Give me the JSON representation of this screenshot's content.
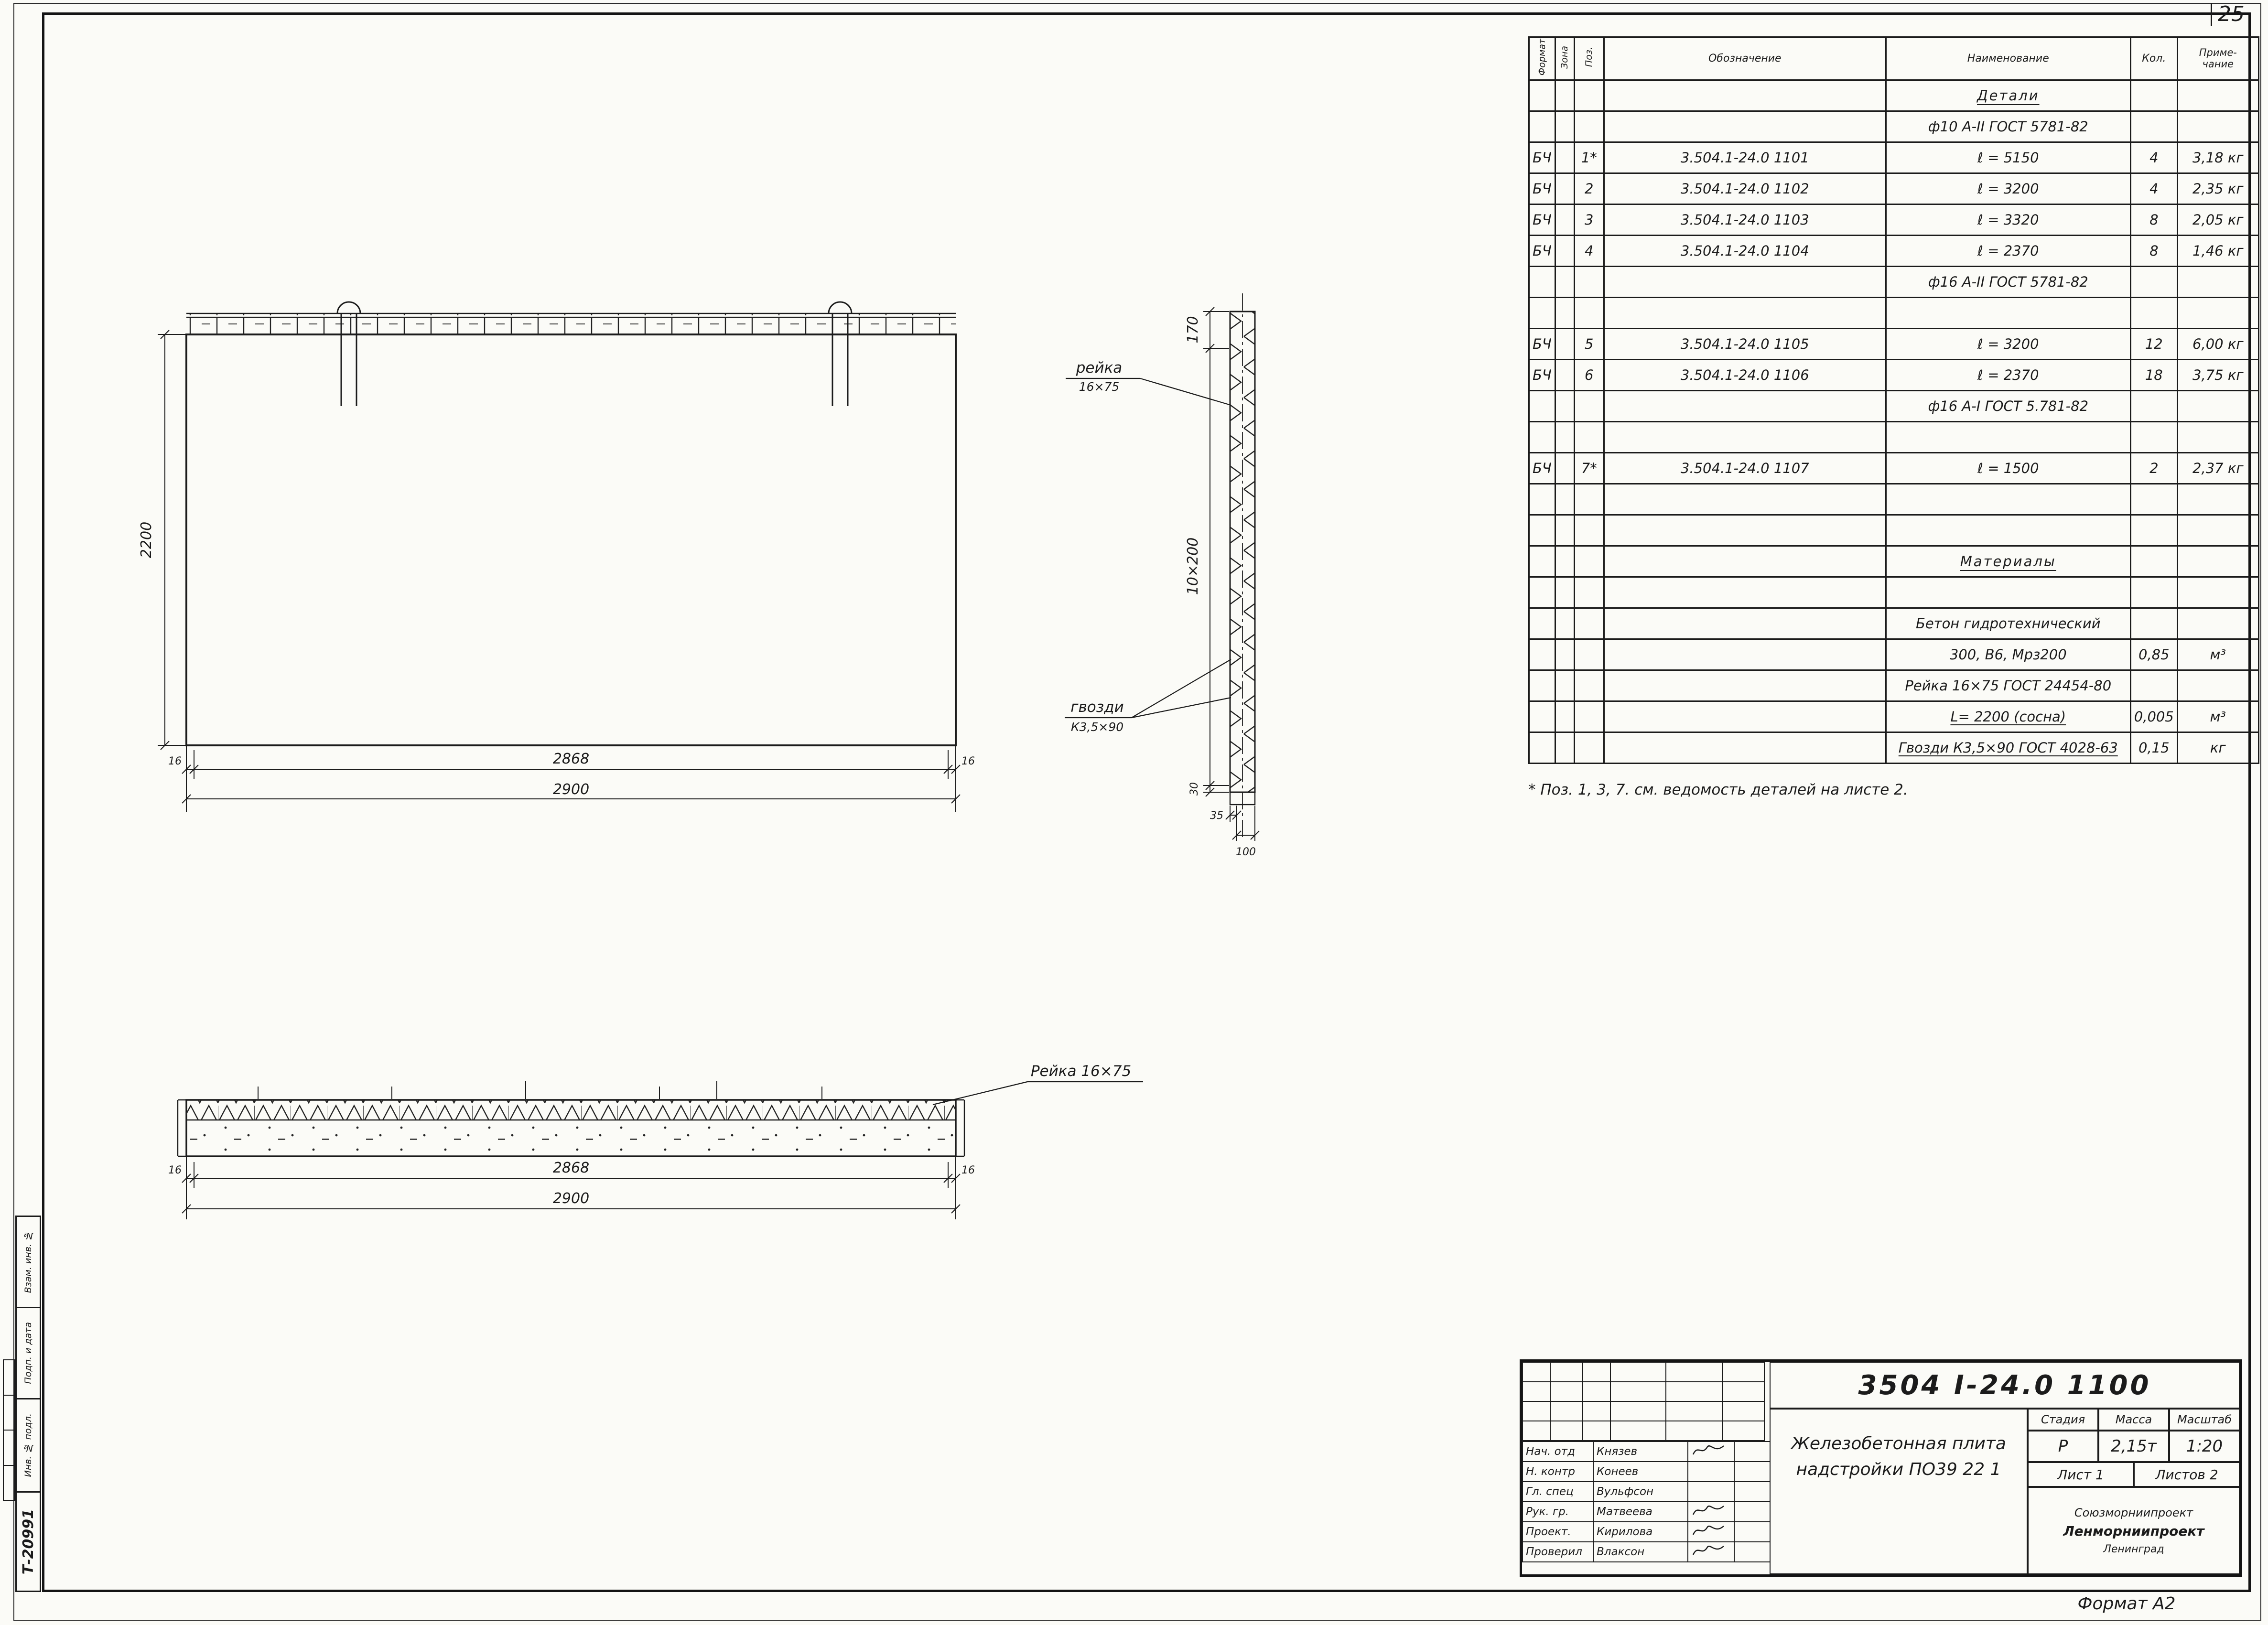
{
  "page": {
    "corner_number": "25",
    "format_note": "Формат А2"
  },
  "spec_table": {
    "headers": {
      "format": "Формат",
      "zone": "Зона",
      "pos": "Поз.",
      "designation": "Обозначение",
      "name": "Наименование",
      "qty": "Кол.",
      "note": "Приме-\nчание"
    },
    "rows": [
      {
        "type": "section",
        "name": "Детали"
      },
      {
        "type": "center",
        "name": "ф10 А-II ГОСТ 5781-82"
      },
      {
        "type": "item",
        "format": "БЧ",
        "pos": "1*",
        "designation": "3.504.1-24.0 1101",
        "name": "ℓ = 5150",
        "qty": "4",
        "note": "3,18 кг"
      },
      {
        "type": "item",
        "format": "БЧ",
        "pos": "2",
        "designation": "3.504.1-24.0 1102",
        "name": "ℓ = 3200",
        "qty": "4",
        "note": "2,35 кг"
      },
      {
        "type": "item",
        "format": "БЧ",
        "pos": "3",
        "designation": "3.504.1-24.0 1103",
        "name": "ℓ = 3320",
        "qty": "8",
        "note": "2,05 кг"
      },
      {
        "type": "item",
        "format": "БЧ",
        "pos": "4",
        "designation": "3.504.1-24.0 1104",
        "name": "ℓ = 2370",
        "qty": "8",
        "note": "1,46 кг"
      },
      {
        "type": "center",
        "name": "ф16 А-II ГОСТ 5781-82"
      },
      {
        "type": "empty"
      },
      {
        "type": "item",
        "format": "БЧ",
        "pos": "5",
        "designation": "3.504.1-24.0 1105",
        "name": "ℓ = 3200",
        "qty": "12",
        "note": "6,00 кг"
      },
      {
        "type": "item",
        "format": "БЧ",
        "pos": "6",
        "designation": "3.504.1-24.0 1106",
        "name": "ℓ = 2370",
        "qty": "18",
        "note": "3,75 кг"
      },
      {
        "type": "center",
        "name": "ф16 А-I ГОСТ 5.781-82"
      },
      {
        "type": "empty"
      },
      {
        "type": "item",
        "format": "БЧ",
        "pos": "7*",
        "designation": "3.504.1-24.0 1107",
        "name": "ℓ = 1500",
        "qty": "2",
        "note": "2,37 кг"
      },
      {
        "type": "empty"
      },
      {
        "type": "empty"
      },
      {
        "type": "section",
        "name": "Материалы"
      },
      {
        "type": "empty"
      },
      {
        "type": "center",
        "name": "Бетон гидротехнический",
        "align": "left"
      },
      {
        "type": "center",
        "name": "300, В6, Мрз200",
        "qty": "0,85",
        "note": "м³"
      },
      {
        "type": "center",
        "name": "Рейка 16×75 ГОСТ 24454-80",
        "align": "left"
      },
      {
        "type": "center",
        "name": "L= 2200 (сосна)",
        "align": "left",
        "underline": true,
        "qty": "0,005",
        "note": "м³"
      },
      {
        "type": "center",
        "name": "Гвозди К3,5×90 ГОСТ 4028-63",
        "align": "left",
        "underline": true,
        "qty": "0,15",
        "note": "кг"
      }
    ]
  },
  "footnote": "* Поз. 1, 3, 7. см. ведомость деталей на листе 2.",
  "drawings": {
    "front": {
      "dim_height": "2200",
      "dim_width_inner": "2868",
      "dim_width_outer": "2900",
      "edge_offset_left": "16",
      "edge_offset_right": "16"
    },
    "side": {
      "dim_top": "170",
      "dim_mid": "10×200",
      "dim_bottom": "30",
      "dim_thickness_inner": "35",
      "dim_thickness_outer": "100",
      "rail_label_line1": "рейка",
      "rail_label_line2": "16×75",
      "nails_label_line1": "гвозди",
      "nails_label_line2": "К3,5×90"
    },
    "plan": {
      "rail_label": "Рейка 16×75",
      "dim_width_inner": "2868",
      "dim_width_outer": "2900",
      "edge_offset_left": "16",
      "edge_offset_right": "16"
    }
  },
  "title_block": {
    "number": "3504 I-24.0 1100",
    "title_line1": "Железобетонная плита",
    "title_line2": "надстройки ПО39 22 1",
    "stage_label": "Стадия",
    "mass_label": "Масса",
    "scale_label": "Масштаб",
    "stage": "Р",
    "mass": "2,15т",
    "scale": "1:20",
    "sheet": "Лист 1",
    "sheets": "Листов 2",
    "org_line1": "Союзморниипроект",
    "org_line2": "Ленморниипроект",
    "org_line3": "Ленинград",
    "staff": [
      {
        "role": "Нач. отд",
        "name": "Князев",
        "sig": true
      },
      {
        "role": "Н. контр",
        "name": "Конеев",
        "sig": false
      },
      {
        "role": "Гл. спец",
        "name": "Вульфсон",
        "sig": false
      },
      {
        "role": "Рук. гр.",
        "name": "Матвеева",
        "sig": true
      },
      {
        "role": "Проект.",
        "name": "Кирилова",
        "sig": true
      },
      {
        "role": "Проверил",
        "name": "Влаксон",
        "sig": true
      }
    ]
  },
  "frame": {
    "labels": [
      "Взам. инв. №",
      "Подп. и дата",
      "Инв. № подл."
    ],
    "doc_code": "Т-20991"
  }
}
